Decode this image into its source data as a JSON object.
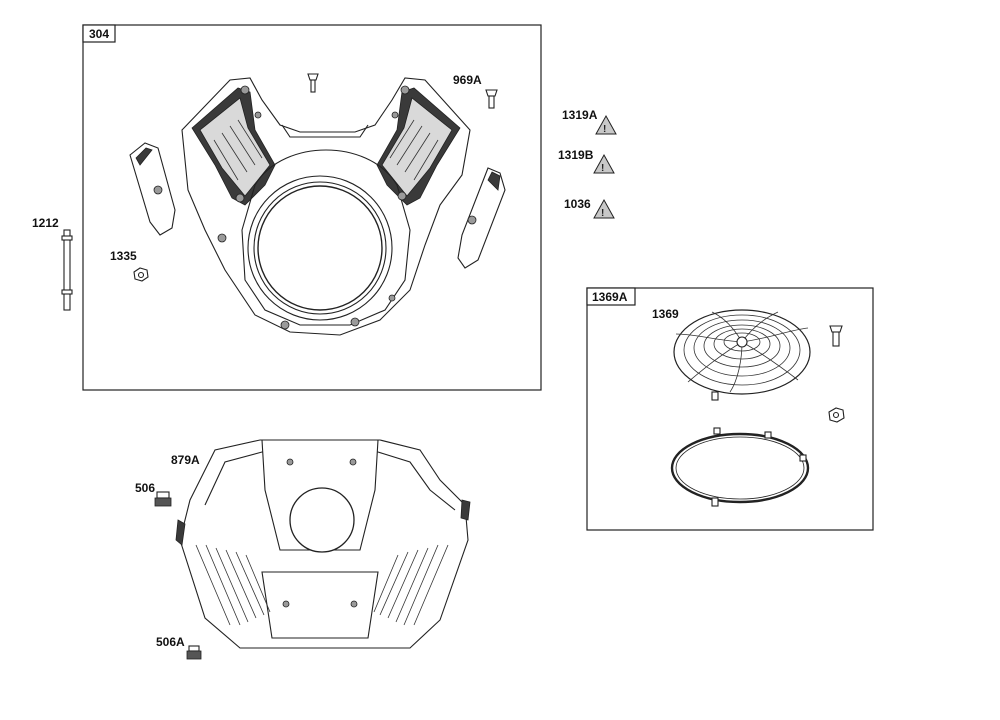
{
  "boxes": {
    "main": "304",
    "screen_kit": "1369A"
  },
  "labels": {
    "p969A": "969A",
    "p1319A": "1319A",
    "p1319B": "1319B",
    "p1036": "1036",
    "p1212": "1212",
    "p1335": "1335",
    "p1369": "1369",
    "p879A": "879A",
    "p506": "506",
    "p506A": "506A"
  },
  "colors": {
    "line": "#222222",
    "shade": "#3a3a3a",
    "warning_fill": "#c8c8c8"
  }
}
